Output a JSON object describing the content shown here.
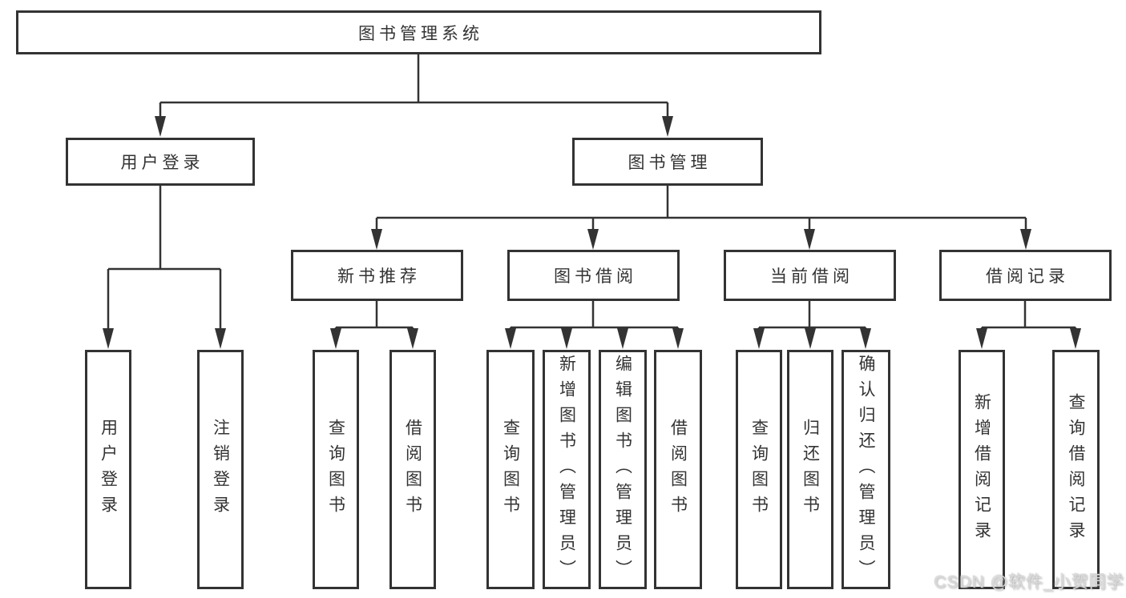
{
  "colors": {
    "line": "#333333",
    "box_border": "#333333",
    "box_fill": "#ffffff",
    "label_text": "#333333",
    "watermark_text": "#d9d9d9"
  },
  "watermark": {
    "text": "CSDN @软件_小贺同学"
  },
  "tree": {
    "label": "图书管理系统",
    "children": [
      {
        "label": "用户登录",
        "children": [
          {
            "label": "用户登录"
          },
          {
            "label": "注销登录"
          }
        ]
      },
      {
        "label": "图书管理",
        "children": [
          {
            "label": "新书推荐",
            "children": [
              {
                "label": "查询图书"
              },
              {
                "label": "借阅图书"
              }
            ]
          },
          {
            "label": "图书借阅",
            "children": [
              {
                "label": "查询图书"
              },
              {
                "label": "新增图书（管理员）"
              },
              {
                "label": "编辑图书（管理员）"
              },
              {
                "label": "借阅图书"
              }
            ]
          },
          {
            "label": "当前借阅",
            "children": [
              {
                "label": "查询图书"
              },
              {
                "label": "归还图书"
              },
              {
                "label": "确认归还（管理员）"
              }
            ]
          },
          {
            "label": "借阅记录",
            "children": [
              {
                "label": "新增借阅记录"
              },
              {
                "label": "查询借阅记录"
              }
            ]
          }
        ]
      }
    ]
  }
}
